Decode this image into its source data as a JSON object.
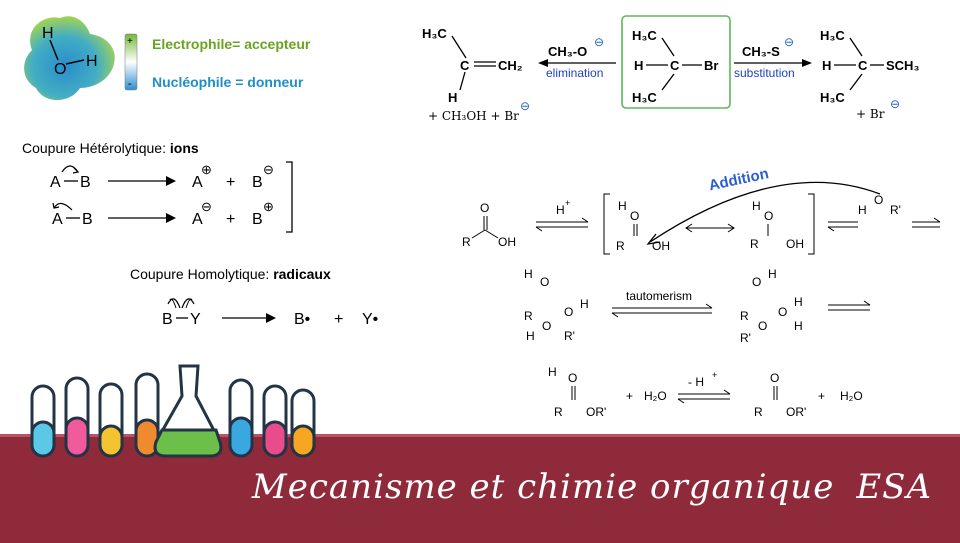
{
  "legend": {
    "water_h_top": "H",
    "water_o": "O",
    "water_h_right": "H",
    "plus_sign": "+",
    "minus_sign": "-",
    "electrophile": "Electrophile= accepteur",
    "nucleophile": "Nucléophile = donneur",
    "colors": {
      "electrophile": "#66a61e",
      "nucleophile": "#1f8fc8"
    }
  },
  "heterolytic": {
    "title_prefix": "Coupure Hétérolytique: ",
    "title_bold": "ions",
    "r1": {
      "a": "A",
      "b": "B",
      "pa": "A",
      "pb": "B",
      "plus": "+",
      "charge_a": "⊕",
      "charge_b": "⊖"
    },
    "r2": {
      "a": "A",
      "b": "B",
      "pa": "A",
      "pb": "B",
      "plus": "+",
      "charge_a": "⊖",
      "charge_b": "⊕"
    }
  },
  "homolytic": {
    "title_prefix": "Coupure Homolytique: ",
    "title_bold": "radicaux",
    "b": "B",
    "y": "Y",
    "pb": "B•",
    "plus": "+",
    "py": "Y•"
  },
  "sn_e": {
    "left": {
      "h3c": "H₃C",
      "c": "C",
      "ch2": "CH₂",
      "h": "H",
      "byproducts": "+ CH₃OH + Br"
    },
    "elim_reagent": "CH₃-O",
    "elimination": "elimination",
    "center": {
      "h3c_top": "H₃C",
      "h": "H",
      "c": "C",
      "br": "Br",
      "h3c_bottom": "H₃C"
    },
    "subst_reagent": "CH₃-S",
    "substitution": "substitution",
    "right": {
      "h3c_top": "H₃C",
      "h": "H",
      "c": "C",
      "sch3": "SCH₃",
      "h3c_bottom": "H₃C",
      "byproduct": "+ Br"
    },
    "minus_charge": "⊖"
  },
  "esterification": {
    "addition": "Addition",
    "tautomerism": "tautomerism",
    "minus_h": "- H",
    "h_plus": "H",
    "plus": "+",
    "water": "H₂O",
    "r": "R",
    "oh": "OH",
    "o": "O",
    "h": "H",
    "r_prime": "R'",
    "or_prime": "OR'"
  },
  "banner": {
    "title": "Mecanisme et chimie organique",
    "suffix": "ESA"
  }
}
